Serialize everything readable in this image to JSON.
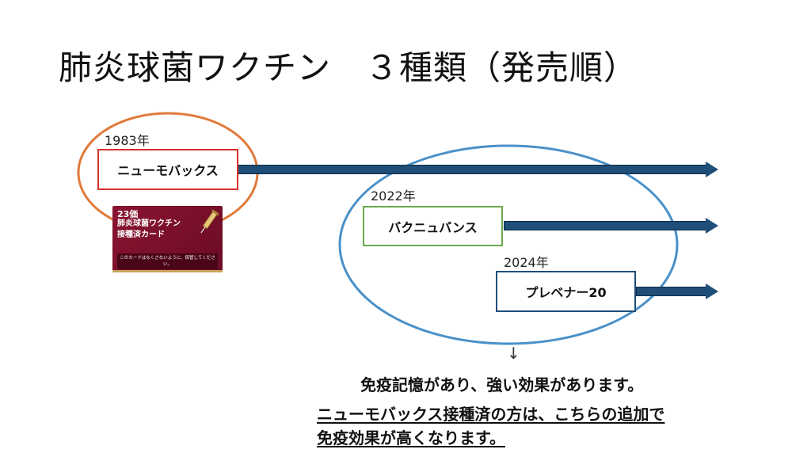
{
  "title": "肺炎球菌ワクチン　３種類（発売順）",
  "vaccines": [
    {
      "name": "ニューモバックス",
      "year": "1983年",
      "color": "#d9302c"
    },
    {
      "name": "バクニュバンス",
      "year": "2022年",
      "color": "#6aa84f"
    },
    {
      "name": "プレベナー20",
      "year": "2024年",
      "color": "#1f4e79"
    }
  ],
  "card": {
    "line1": "23価",
    "line2": "肺炎球菌ワクチン",
    "line3": "接種済カード",
    "note": "このカードはなくさないように、保管してください。"
  },
  "down_arrow": "↓",
  "conclusion": "免疫記憶があり、強い効果があります。",
  "note_lines": [
    "ニューモバックス接種済の方は、こちらの追加で",
    "免疫効果が高くなります。"
  ],
  "colors": {
    "orange_ellipse": "#e07a3a",
    "blue_ellipse": "#4a90c8",
    "arrow": "#1f4e79"
  }
}
